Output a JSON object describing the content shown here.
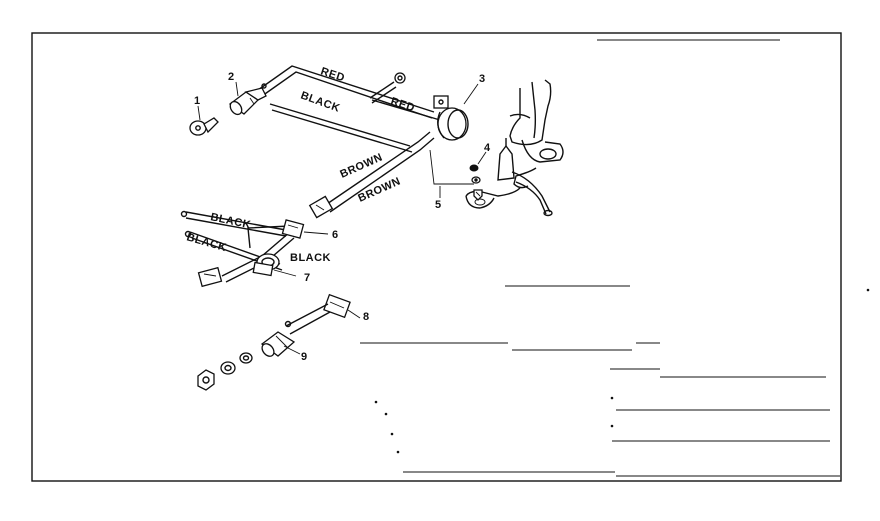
{
  "diagram": {
    "callouts": {
      "c1": "1",
      "c2": "2",
      "c3": "3",
      "c4": "4",
      "c5": "5",
      "c6": "6",
      "c7": "7",
      "c8": "8",
      "c9": "9"
    },
    "wire_labels": {
      "red_upper": "RED",
      "red_lower": "RED",
      "black_main": "BLACK",
      "brown_upper": "BROWN",
      "brown_lower": "BROWN",
      "black_harness_upper": "BLACK",
      "black_harness_lower": "BLACK",
      "black_grommet": "BLACK"
    },
    "colors": {
      "ink": "#111111",
      "paper": "#ffffff"
    }
  }
}
